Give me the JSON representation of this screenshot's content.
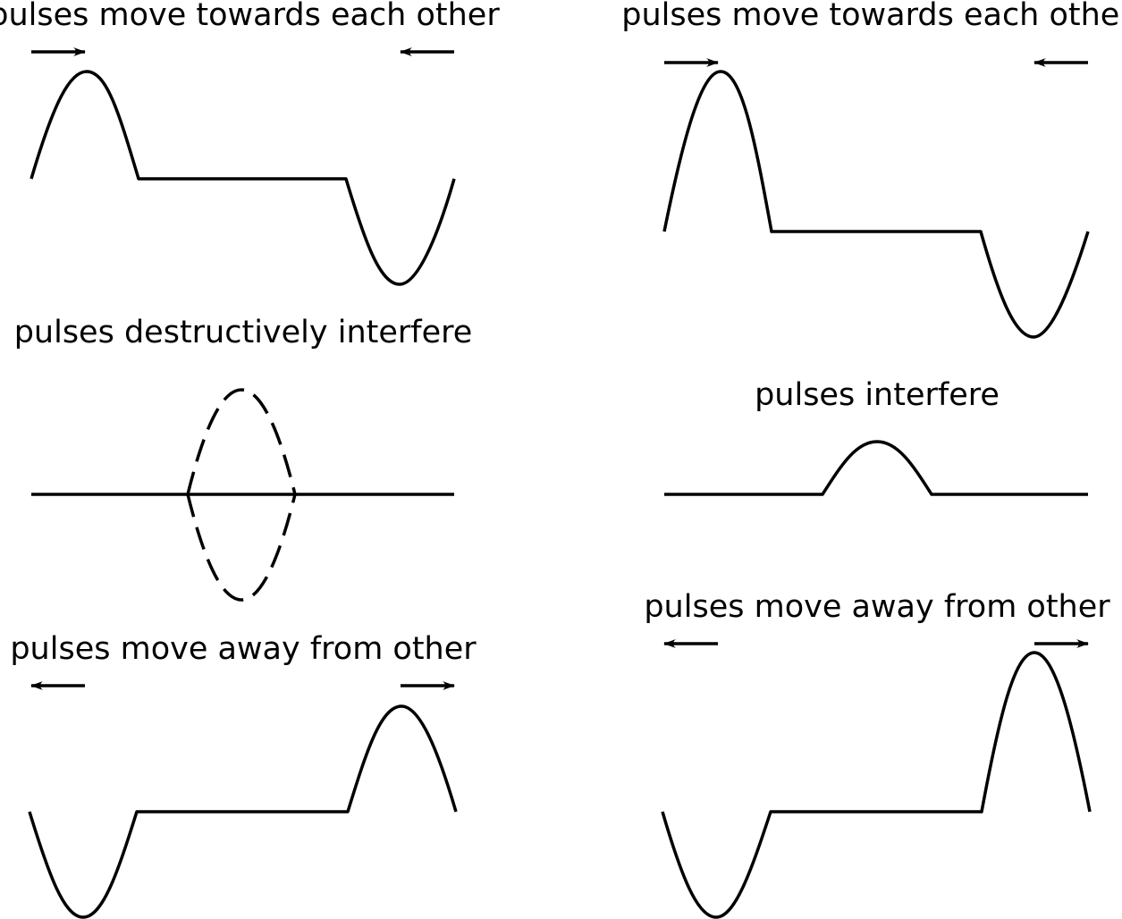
{
  "colors": {
    "stroke": "#000000",
    "background": "#ffffff"
  },
  "left": {
    "before": {
      "label": "pulses move towards each other"
    },
    "during": {
      "label": "pulses destructively interfere"
    },
    "after": {
      "label": "pulses move away from other"
    }
  },
  "right": {
    "before": {
      "label": "pulses move towards each other"
    },
    "during": {
      "label": "pulses interfere"
    },
    "after": {
      "label": "pulses move away from other"
    }
  }
}
